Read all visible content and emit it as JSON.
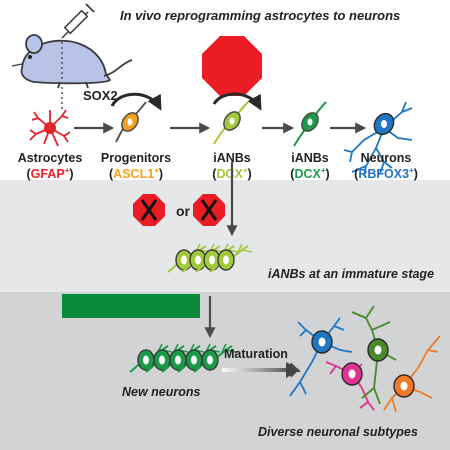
{
  "title": "In vivo reprogramming astrocytes to neurons",
  "factor": "SOX2",
  "stages": [
    {
      "name": "Astrocytes",
      "marker_base": "GFAP",
      "marker_sup": "+",
      "color": "#e0262a"
    },
    {
      "name": "Progenitors",
      "marker_base": "ASCL1",
      "marker_sup": "+",
      "color": "#f4a21b"
    },
    {
      "name": "iANBs",
      "marker_base": "DCX",
      "marker_sup": "+",
      "color": "#a2c93a"
    },
    {
      "name": "iANBs",
      "marker_base": "DCX",
      "marker_sup": "+",
      "color": "#1c9b4a"
    },
    {
      "name": "Neurons",
      "marker_base": "RBFOX3",
      "marker_sup": "+",
      "color": "#1f77c4"
    }
  ],
  "paren_open": "(",
  "paren_close": ")",
  "or_label": "or",
  "immature_label": "iANBs at an immature stage",
  "new_neurons_label": "New neurons",
  "maturation_label": "Maturation",
  "diverse_label": "Diverse neuronal subtypes",
  "colors": {
    "stop_sign": "#ec1c24",
    "band_mid": "#e6e7e8",
    "band_bottom": "#d1d3d4",
    "green_bar": "#0b8a3c",
    "mouse": "#b7c4e7"
  }
}
